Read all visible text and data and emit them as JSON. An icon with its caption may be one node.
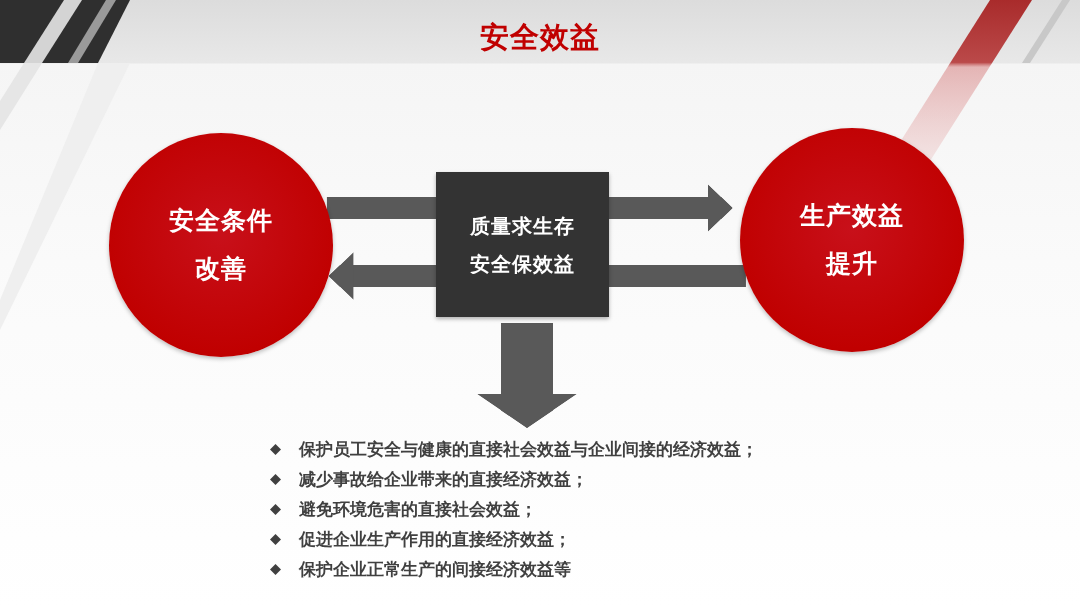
{
  "diagram": {
    "title": "安全效益",
    "nodes": [
      {
        "text": [
          "安全条件改善"
        ]
      },
      {
        "text": [
          "质量求生存",
          "安全保效益"
        ]
      },
      {
        "text": [
          "生产效益提升"
        ]
      },
      {
        "text": [
          "保护员工安全与健康的直接社会效益与企业间接的经济效益；",
          "减少事故给企业带来的直接经济效益；",
          "避免环境危害的直接社会效益；",
          "促进企业生产作用的直接经济效益；",
          "保护企业正常生产的间接经济效益等"
        ]
      }
    ],
    "edges": [
      {
        "from": 0,
        "to": 1,
        "arrow": "none"
      },
      {
        "from": 1,
        "to": 2,
        "arrow": "to"
      },
      {
        "from": 2,
        "to": 1,
        "arrow": "none"
      },
      {
        "from": 1,
        "to": 0,
        "arrow": "to"
      },
      {
        "from": 1,
        "to": 3,
        "arrow": "to",
        "style": "thick"
      }
    ]
  }
}
